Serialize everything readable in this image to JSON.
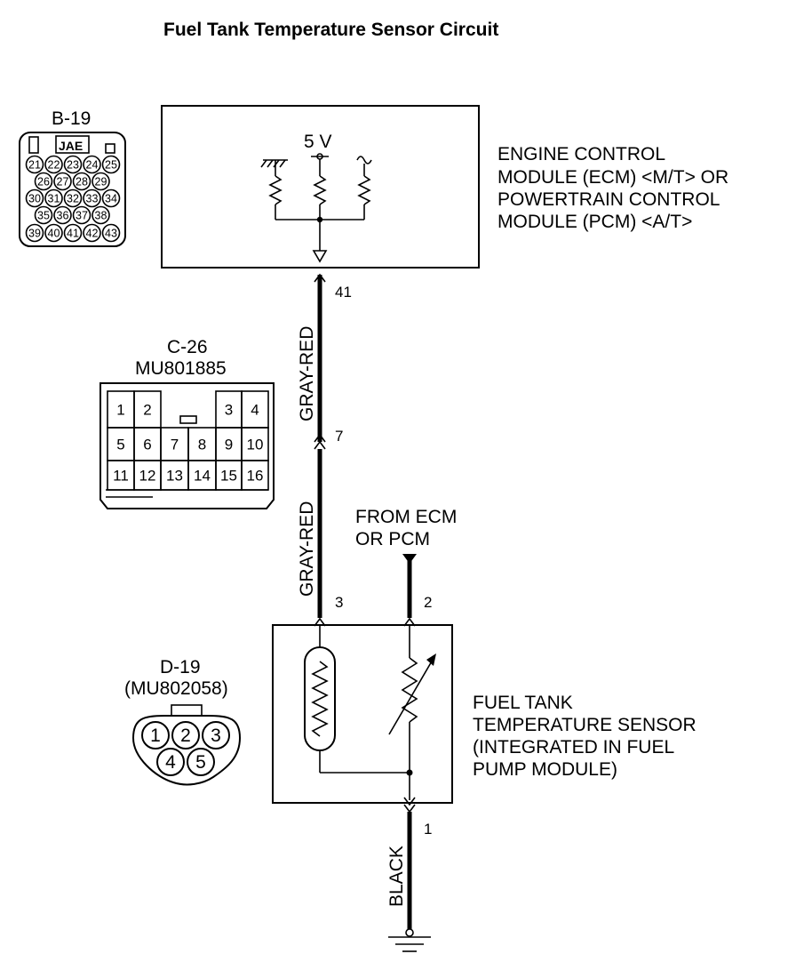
{
  "title": "Fuel Tank Temperature Sensor Circuit",
  "ecm": {
    "label_lines": [
      "ENGINE CONTROL",
      "MODULE (ECM) <M/T> OR",
      "POWERTRAIN CONTROL",
      "MODULE (PCM) <A/T>"
    ],
    "supply": "5 V"
  },
  "sensor": {
    "label_lines": [
      "FUEL TANK",
      "TEMPERATURE SENSOR",
      "(INTEGRATED IN FUEL",
      "PUMP MODULE)"
    ]
  },
  "from_ecm": [
    "FROM ECM",
    "OR PCM"
  ],
  "wires": {
    "upper": "GRAY-RED",
    "lower": "GRAY-RED",
    "ground": "BLACK"
  },
  "pins": {
    "ecm": "41",
    "junction": "7",
    "sensor_a": "3",
    "sensor_b": "2",
    "sensor_gnd": "1"
  },
  "connectors": {
    "b19": {
      "name": "B-19",
      "maker": "JAE",
      "rows": [
        [
          "21",
          "22",
          "23",
          "24",
          "25"
        ],
        [
          "26",
          "27",
          "28",
          "29"
        ],
        [
          "30",
          "31",
          "32",
          "33",
          "34"
        ],
        [
          "35",
          "36",
          "37",
          "38"
        ],
        [
          "39",
          "40",
          "41",
          "42",
          "43"
        ]
      ]
    },
    "c26": {
      "name": "C-26",
      "part": "MU801885",
      "rows": [
        [
          "1",
          "2",
          "",
          "",
          "3",
          "4"
        ],
        [
          "5",
          "6",
          "7",
          "8",
          "9",
          "10"
        ],
        [
          "11",
          "12",
          "13",
          "14",
          "15",
          "16"
        ]
      ]
    },
    "d19": {
      "name": "D-19",
      "part": "(MU802058)",
      "pins": [
        "1",
        "2",
        "3",
        "4",
        "5"
      ]
    }
  }
}
